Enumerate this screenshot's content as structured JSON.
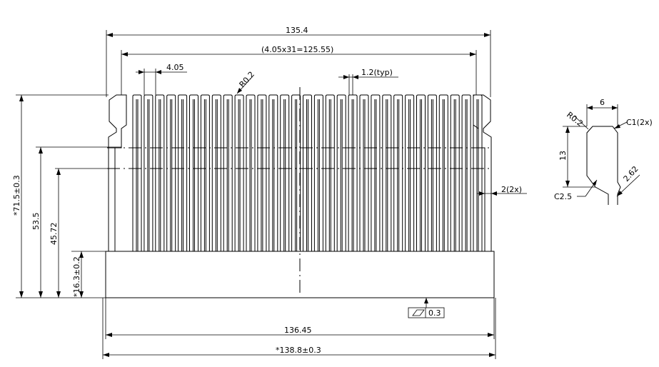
{
  "dimensions": {
    "overall_width_top": "135.4",
    "pitch_total": "(4.05x31=125.55)",
    "fin_pitch": "4.05",
    "corner_radius": "R0.2",
    "fin_thickness": "1.2(typ)",
    "side_offset": "2(2x)",
    "total_height": "*71.5±0.3",
    "height_2": "53.5",
    "height_3": "45.72",
    "base_height": "*16.3±0.2",
    "base_width_inner": "136.45",
    "base_width_outer": "*138.8±0.3",
    "flatness_value": "0.3"
  },
  "detail": {
    "width": "6",
    "radius": "R0.2",
    "chamfer_top": "C1(2x)",
    "height": "13",
    "chamfer_bottom": "C2.5",
    "tip": "2.62"
  },
  "colors": {
    "line": "#000000",
    "background": "#ffffff"
  }
}
